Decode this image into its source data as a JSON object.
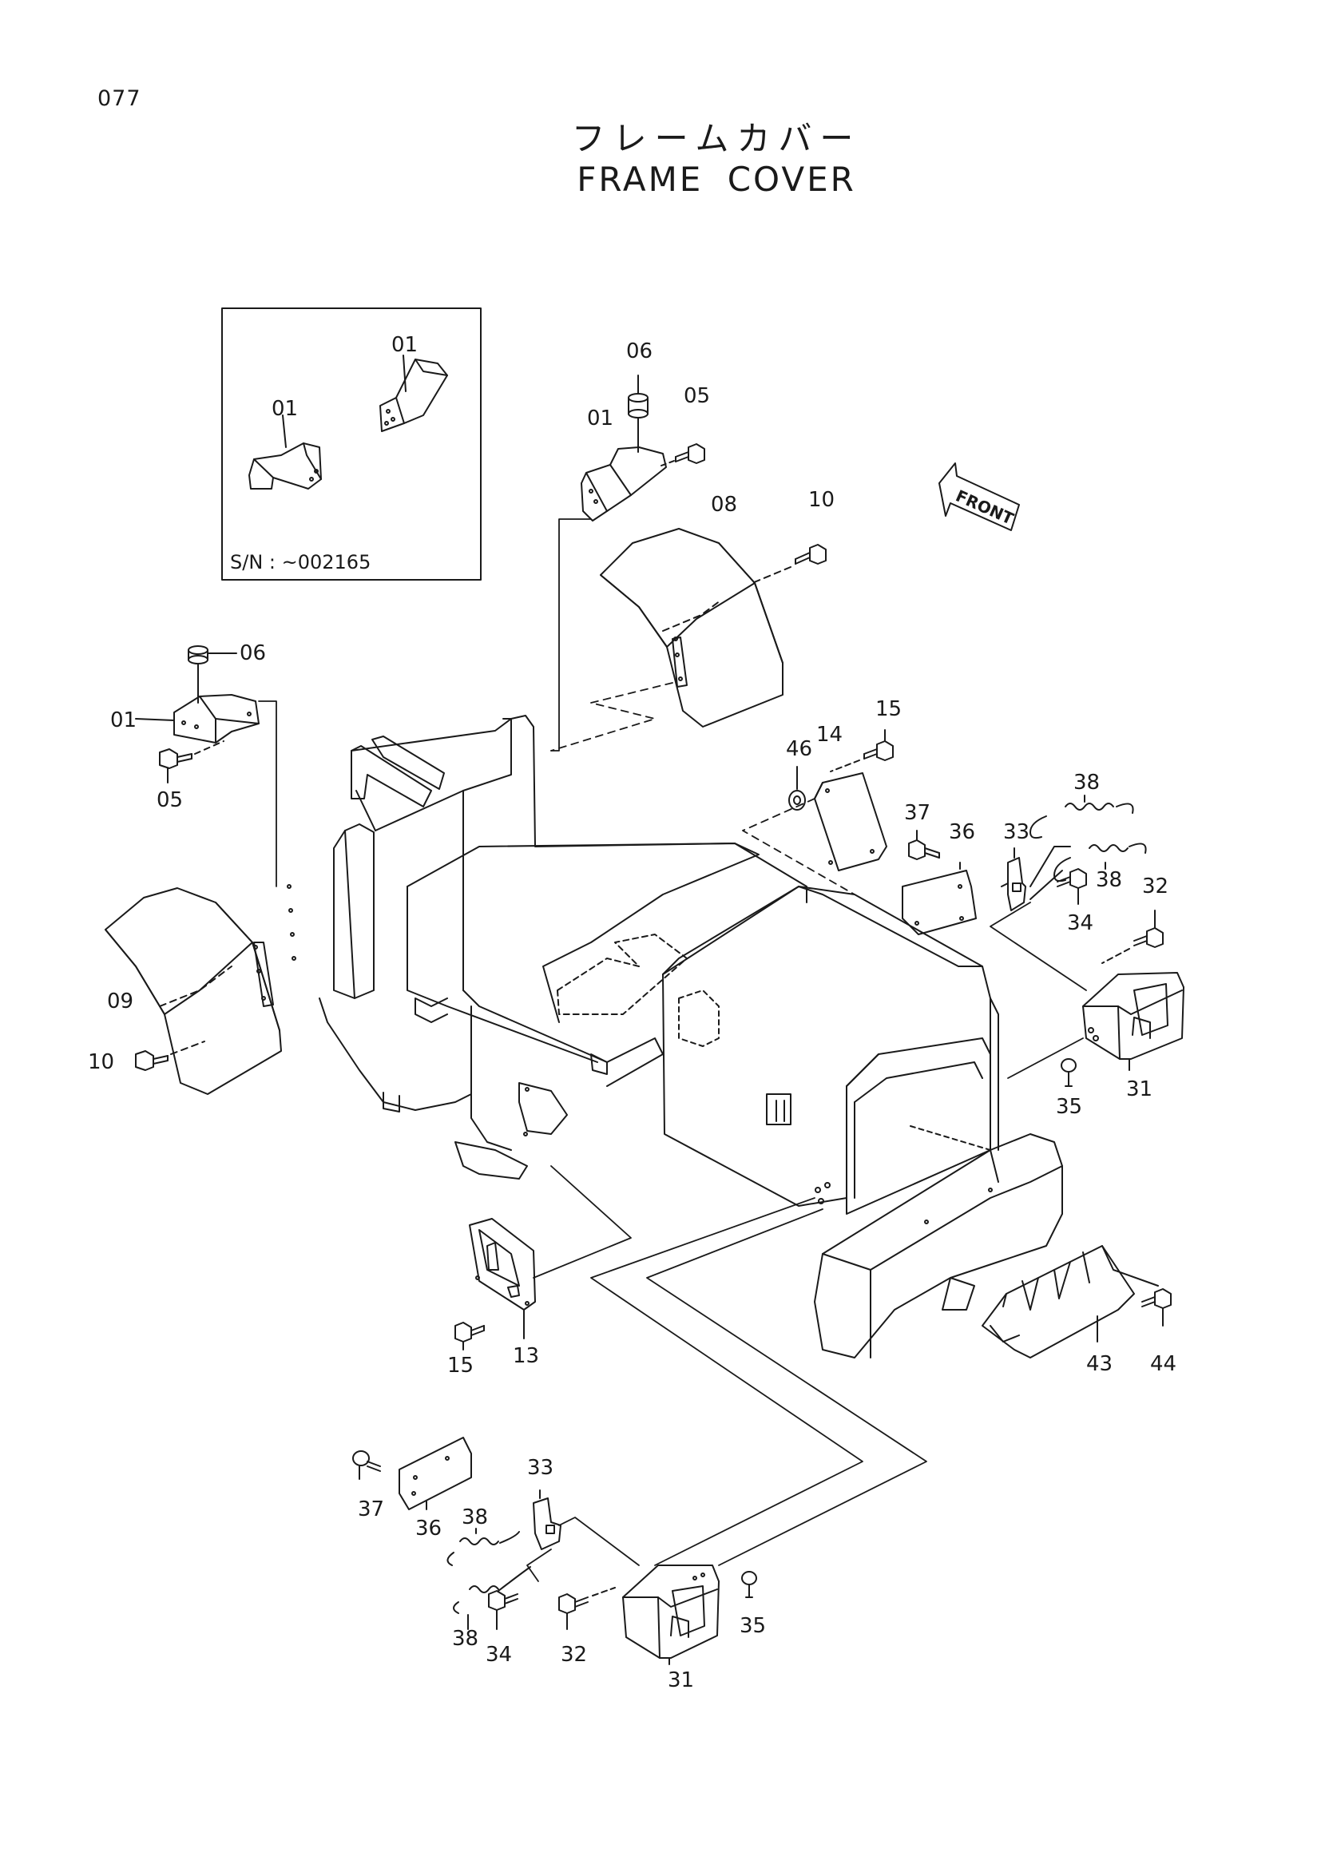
{
  "page": {
    "number": "077"
  },
  "title": {
    "jp": "フレームカバー",
    "en": "FRAME COVER"
  },
  "inset": {
    "serial": "S/N :  ~002165"
  },
  "direction": {
    "label": "FRONT"
  },
  "callouts": [
    {
      "id": "01"
    },
    {
      "id": "01"
    },
    {
      "id": "01"
    },
    {
      "id": "01"
    },
    {
      "id": "05"
    },
    {
      "id": "05"
    },
    {
      "id": "06"
    },
    {
      "id": "06"
    },
    {
      "id": "08"
    },
    {
      "id": "09"
    },
    {
      "id": "10"
    },
    {
      "id": "10"
    },
    {
      "id": "13"
    },
    {
      "id": "14"
    },
    {
      "id": "15"
    },
    {
      "id": "15"
    },
    {
      "id": "31"
    },
    {
      "id": "31"
    },
    {
      "id": "32"
    },
    {
      "id": "32"
    },
    {
      "id": "33"
    },
    {
      "id": "33"
    },
    {
      "id": "34"
    },
    {
      "id": "34"
    },
    {
      "id": "35"
    },
    {
      "id": "35"
    },
    {
      "id": "36"
    },
    {
      "id": "36"
    },
    {
      "id": "37"
    },
    {
      "id": "37"
    },
    {
      "id": "38"
    },
    {
      "id": "38"
    },
    {
      "id": "38"
    },
    {
      "id": "38"
    },
    {
      "id": "43"
    },
    {
      "id": "44"
    },
    {
      "id": "46"
    }
  ]
}
